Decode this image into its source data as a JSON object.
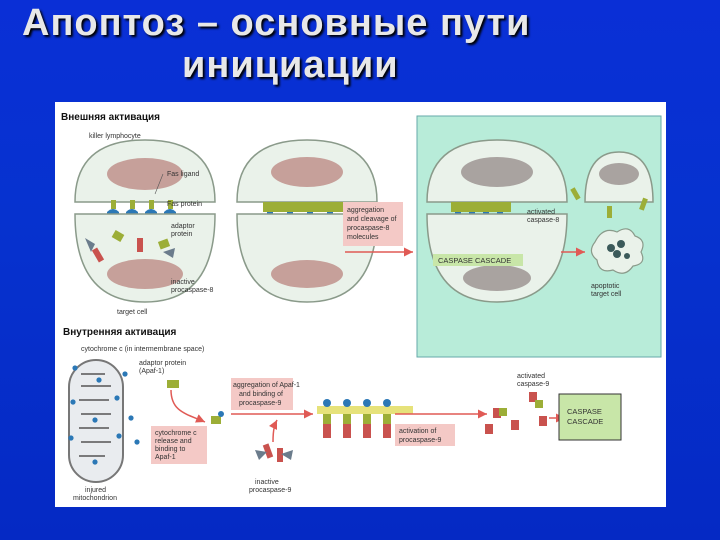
{
  "slide": {
    "title_line1": "Апоптоз – основные пути",
    "title_line2": "инициации"
  },
  "external": {
    "heading": "Внешняя активация",
    "killer_lymphocyte": "killer lymphocyte",
    "fas_ligand": "Fas ligand",
    "fas_protein": "Fas protein",
    "adaptor_protein_1": "adaptor",
    "adaptor_protein_2": "protein",
    "inactive_procaspase_1": "inactive",
    "inactive_procaspase_2": "procaspase-8",
    "target_cell": "target cell",
    "aggregation_1": "aggregation",
    "aggregation_2": "and cleavage of",
    "aggregation_3": "procaspase-8",
    "aggregation_4": "molecules",
    "activated_1": "activated",
    "activated_2": "caspase-8",
    "caspase_cascade": "CASPASE CASCADE",
    "apoptotic_1": "apoptotic",
    "apoptotic_2": "target cell"
  },
  "internal": {
    "heading": "Внутренняя активация",
    "cytochrome_c": "cytochrome c (in intermembrane space)",
    "adaptor_1": "adaptor protein",
    "adaptor_2": "(Apaf-1)",
    "aggregation_1": "aggregation of Apaf-1",
    "aggregation_2": "and binding of",
    "aggregation_3": "procaspase-9",
    "cyto_release_1": "cytochrome c",
    "cyto_release_2": "release and",
    "cyto_release_3": "binding to",
    "cyto_release_4": "Apaf-1",
    "injured_1": "injured",
    "injured_2": "mitochondrion",
    "inactive_1": "inactive",
    "inactive_2": "procaspase-9",
    "activation": "activation of",
    "activation_2": "procaspase-9",
    "activated_1": "activated",
    "activated_2": "caspase-9",
    "caspase_1": "CASPASE",
    "caspase_2": "CASCADE"
  },
  "colors": {
    "background": "#0632cf",
    "title_text": "#e8e8e8",
    "highlight_panel": "#b8ecd9",
    "cell_fill": "#eaf2ea",
    "nucleus": "#c6a09a",
    "receptor": "#2b78b6",
    "ligand": "#9cae37",
    "procaspase": "#c9524e",
    "caspase_box": "#c8e6a8",
    "label_box": "#f4c9c6",
    "arrow": "#e05a55"
  }
}
